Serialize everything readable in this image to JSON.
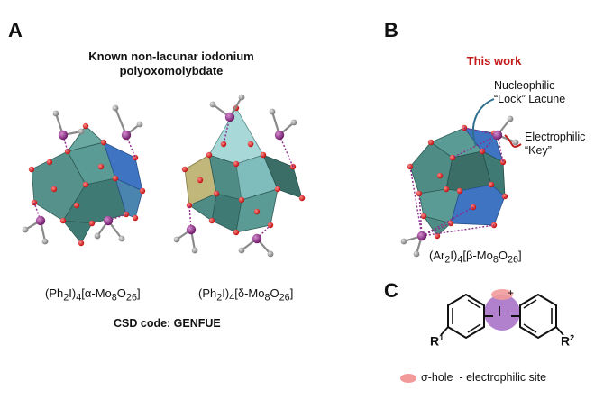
{
  "panels": {
    "a": {
      "letter": "A",
      "title_line1": "Known non-lacunar iodonium",
      "title_line2": "polyoxomolybdate",
      "left_formula": {
        "pre": "(Ph",
        "s1": "2",
        "mid": "I)",
        "s2": "4",
        "post": "[α-Mo",
        "s3": "8",
        "o": "O",
        "s4": "26",
        "end": "]"
      },
      "right_formula": {
        "pre": "(Ph",
        "s1": "2",
        "mid": "I)",
        "s2": "4",
        "post": "[δ-Mo",
        "s3": "8",
        "o": "O",
        "s4": "26",
        "end": "]"
      },
      "csd_code": "CSD code: GENFUE"
    },
    "b": {
      "letter": "B",
      "title": "This work",
      "nucleophilic_line1": "Nucleophilic",
      "nucleophilic_line2": "“Lock” Lacune",
      "electrophilic_line1": "Electrophilic",
      "electrophilic_line2": "“Key”",
      "formula": {
        "pre": "(Ar",
        "s1": "2",
        "mid": "I)",
        "s2": "4",
        "post": "[β-Mo",
        "s3": "8",
        "o": "O",
        "s4": "26",
        "end": "]"
      }
    },
    "c": {
      "letter": "C",
      "iodine": "I",
      "charge": "+",
      "r1": "R",
      "r1_sup": "1",
      "r2": "R",
      "r2_sup": "2",
      "legend": "σ-hole  - electrophilic site"
    }
  },
  "colors": {
    "polyhedron_teal": "#4f8c86",
    "polyhedron_blue": "#3e74c2",
    "polyhedron_light": "#a8d8d8",
    "polyhedron_yellow": "#c2b77a",
    "oxygen": "#e01515",
    "iodine": "#8e2b86",
    "carbon": "#9a9a9a",
    "contact_line": "#8a2c8c",
    "lock_curve": "#2d6f8e",
    "key_curve": "#c41a1a",
    "title_red": "#c41a1a",
    "iodine_bubble": "#a46bc4",
    "sigma_hole": "#f29a9a"
  }
}
